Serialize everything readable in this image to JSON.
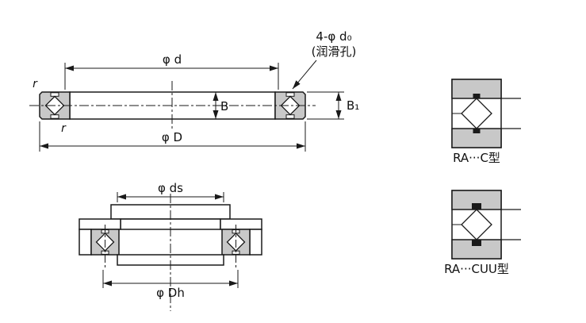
{
  "colors": {
    "line": "#1a1a1a",
    "fill_gray": "#c8c8c8",
    "background": "#ffffff",
    "text": "#111111"
  },
  "main_view": {
    "dim_d": "φ d",
    "holes": "4-φ d₀",
    "holes_note": "(润滑孔)",
    "dim_B": "B",
    "dim_B1": "B₁",
    "dim_D": "φ D",
    "r_top": "r",
    "r_bottom": "r"
  },
  "mount_view": {
    "dim_ds": "φ ds",
    "dim_Dh": "φ Dh"
  },
  "types": [
    {
      "label": "RA···C型"
    },
    {
      "label": "RA···CUU型"
    }
  ]
}
